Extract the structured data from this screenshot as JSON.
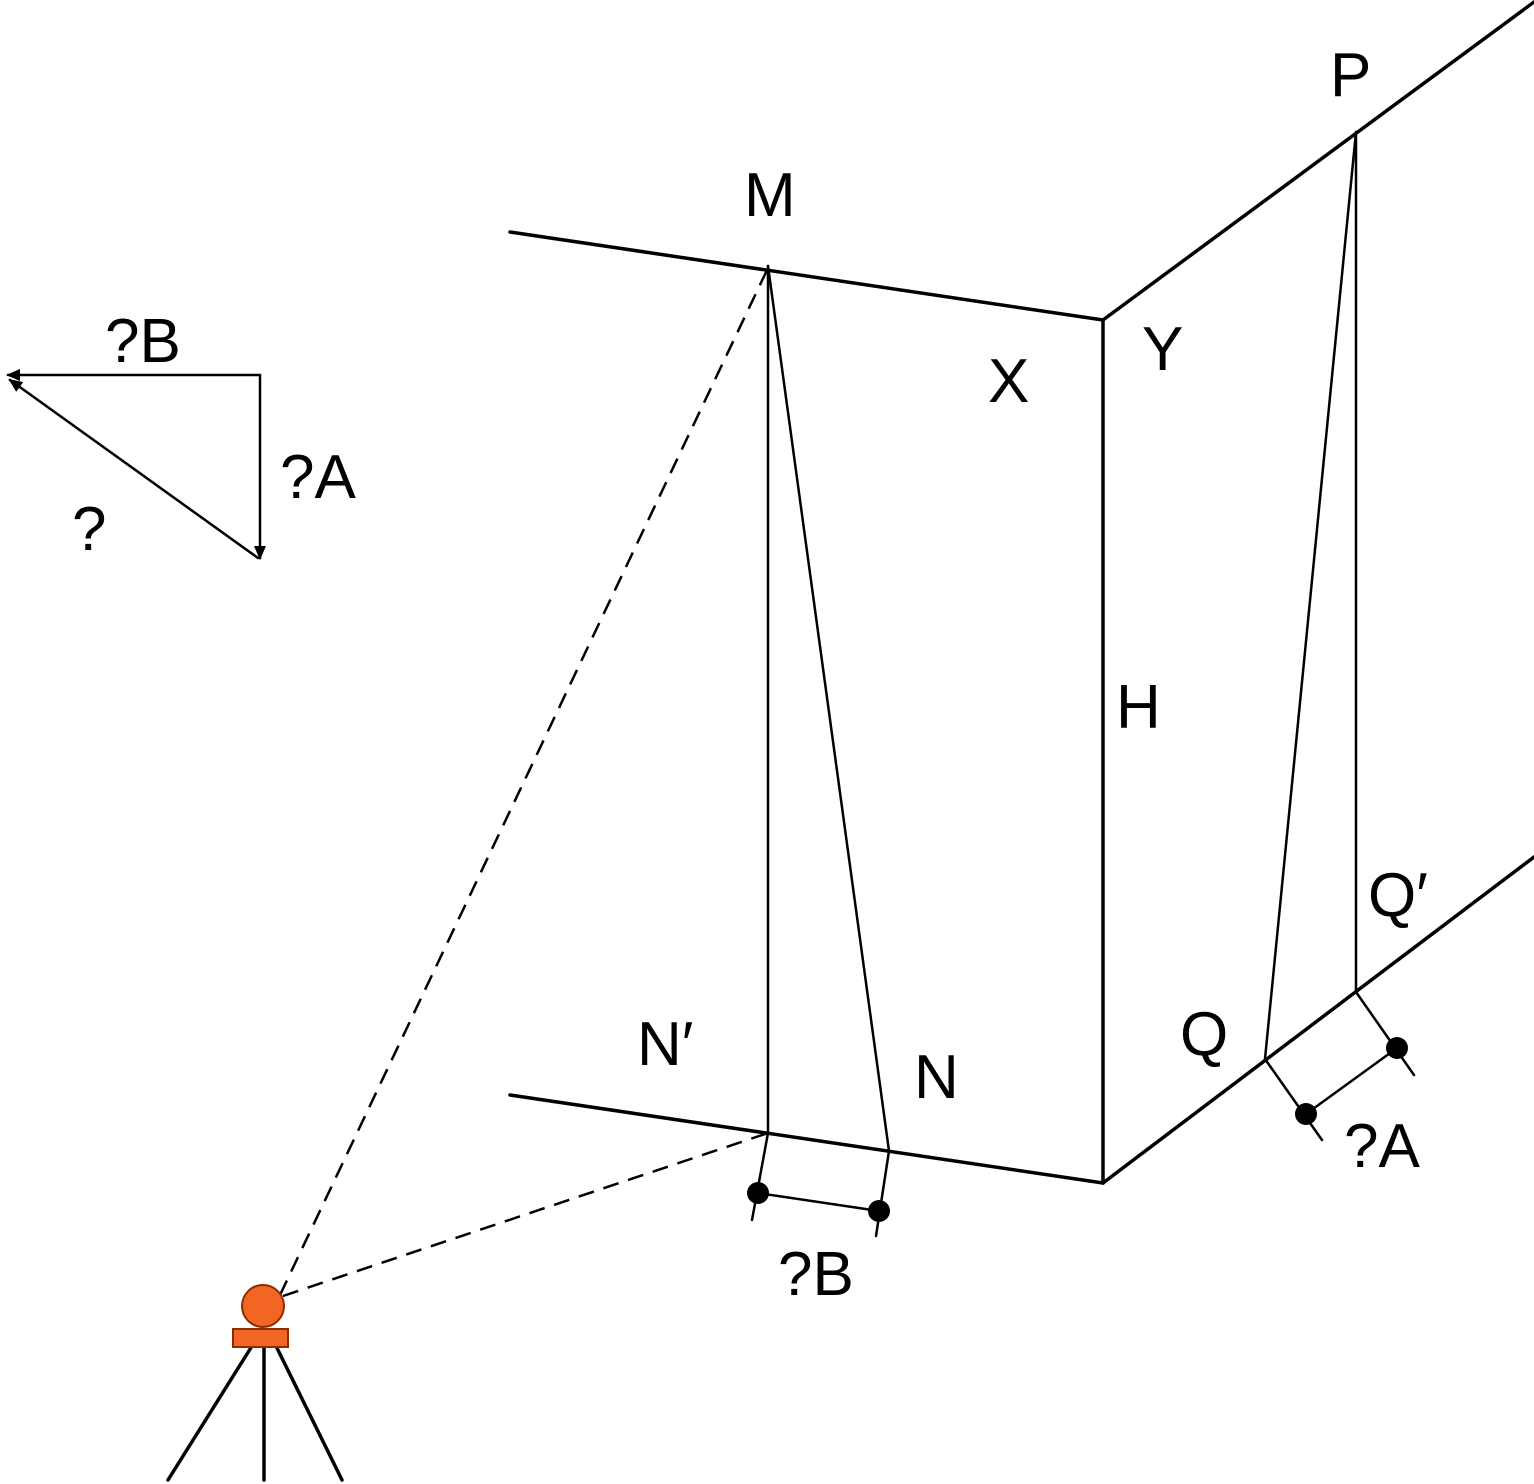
{
  "labels": {
    "M": "M",
    "P": "P",
    "X": "X",
    "Y": "Y",
    "H": "H",
    "N_prime": "N′",
    "N": "N",
    "Q": "Q",
    "Q_prime": "Q′",
    "delta_B_bottom": "?B",
    "delta_A_right": "?A",
    "inset_delta_B": "?B",
    "inset_delta_A": "?A",
    "inset_delta": "?"
  },
  "colors": {
    "line": "#000000",
    "instrument_fill": "#f26522",
    "instrument_stroke": "#8a2e00",
    "background": "#ffffff"
  },
  "icons": {
    "instrument": "total-station-on-tripod-icon"
  }
}
